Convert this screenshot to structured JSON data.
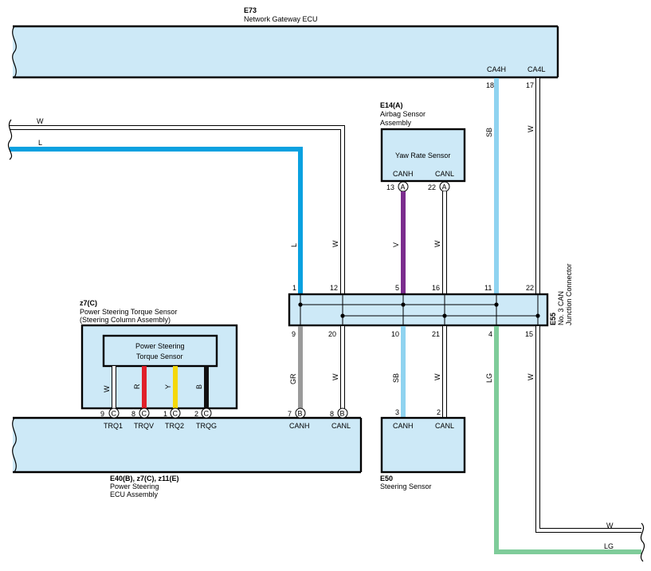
{
  "colors": {
    "ecu_fill": "#cde9f7",
    "wire_L": "#0aa1e0",
    "wire_SB": "#8fd3f0",
    "wire_V": "#7b2d8e",
    "wire_GR": "#9a9a9a",
    "wire_LG": "#7fcc9a",
    "wire_R": "#e0202a",
    "wire_Y": "#f5d80a",
    "wire_B": "#111111",
    "wire_W": "#ffffff"
  },
  "gateway": {
    "code": "E73",
    "name": "Network Gateway ECU",
    "pin_ca4h": "CA4H",
    "pin_ca4l": "CA4L",
    "pin_ca4h_no": "18",
    "pin_ca4l_no": "17"
  },
  "airbag": {
    "code": "E14(A)",
    "name_line1": "Airbag Sensor",
    "name_line2": "Assembly",
    "inner": "Yaw Rate Sensor",
    "canh": "CANH",
    "canl": "CANL",
    "pin_canh": "13",
    "pin_canl": "22",
    "conn": "A"
  },
  "junction": {
    "code": "E55",
    "name_line1": "No. 3 CAN",
    "name_line2": "Junction Connector",
    "top_pins": [
      "1",
      "12",
      "5",
      "16",
      "11",
      "22"
    ],
    "bottom_pins": [
      "9",
      "20",
      "10",
      "21",
      "4",
      "15"
    ]
  },
  "torque_sensor": {
    "code": "z7(C)",
    "name_line1": "Power Steering Torque Sensor",
    "name_line2": "(Steering Column Assembly)",
    "inner_line1": "Power Steering",
    "inner_line2": "Torque Sensor"
  },
  "ps_ecu": {
    "code": "E40(B), z7(C), z11(E)",
    "name_line1": "Power Steering",
    "name_line2": "ECU Assembly",
    "pins": [
      {
        "no": "9",
        "conn": "C",
        "label": "TRQ1",
        "wire": "W"
      },
      {
        "no": "8",
        "conn": "C",
        "label": "TRQV",
        "wire": "R"
      },
      {
        "no": "1",
        "conn": "C",
        "label": "TRQ2",
        "wire": "Y"
      },
      {
        "no": "2",
        "conn": "C",
        "label": "TRQG",
        "wire": "B"
      },
      {
        "no": "7",
        "conn": "B",
        "label": "CANH",
        "wire": "GR"
      },
      {
        "no": "8",
        "conn": "B",
        "label": "CANL",
        "wire": "W"
      }
    ]
  },
  "steering_sensor": {
    "code": "E50",
    "name": "Steering Sensor",
    "canh": "CANH",
    "canl": "CANL",
    "pin_canh": "3",
    "pin_canl": "2"
  },
  "wire_labels": {
    "left_w": "W",
    "left_l": "L",
    "vert_l": "L",
    "vert_w_left": "W",
    "vert_v": "V",
    "vert_w_airbag": "W",
    "vert_sb_top": "SB",
    "vert_w_top": "W",
    "bot_gr": "GR",
    "bot_w_ecu": "W",
    "bot_sb": "SB",
    "bot_w_ss": "W",
    "bot_lg": "LG",
    "bot_w_right": "W",
    "right_w": "W",
    "right_lg": "LG",
    "ts_w": "W",
    "ts_r": "R",
    "ts_y": "Y",
    "ts_b": "B"
  }
}
